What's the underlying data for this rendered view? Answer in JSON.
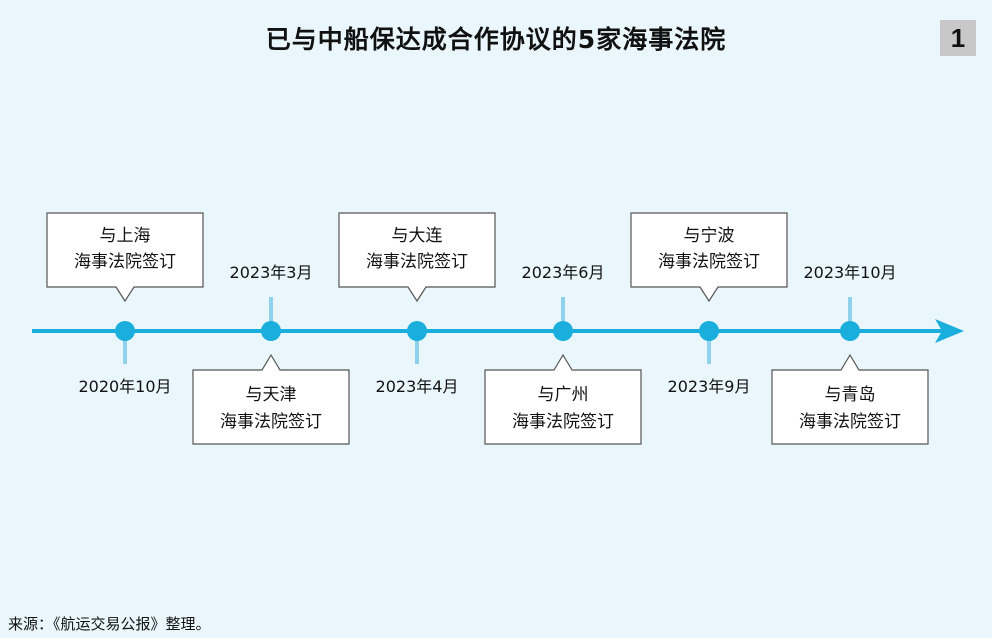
{
  "title": "已与中船保达成合作协议的5家海事法院",
  "page_number": "1",
  "source": "来源：《航运交易公报》整理。",
  "colors": {
    "background": "#e9f6fb",
    "timeline": "#1aaedd",
    "tick": "#8fd0ea",
    "box_border": "#555555",
    "box_fill": "#ffffff"
  },
  "events": [
    {
      "date": "2020年10月",
      "line1": "与上海",
      "line2": "海事法院签订",
      "box": "above"
    },
    {
      "date": "2023年3月",
      "line1": "与天津",
      "line2": "海事法院签订",
      "box": "below"
    },
    {
      "date": "2023年4月",
      "line1": "与大连",
      "line2": "海事法院签订",
      "box": "above"
    },
    {
      "date": "2023年6月",
      "line1": "与广州",
      "line2": "海事法院签订",
      "box": "below"
    },
    {
      "date": "2023年9月",
      "line1": "与宁波",
      "line2": "海事法院签订",
      "box": "above"
    },
    {
      "date": "2023年10月",
      "line1": "与青岛",
      "line2": "海事法院签订",
      "box": "below"
    }
  ]
}
